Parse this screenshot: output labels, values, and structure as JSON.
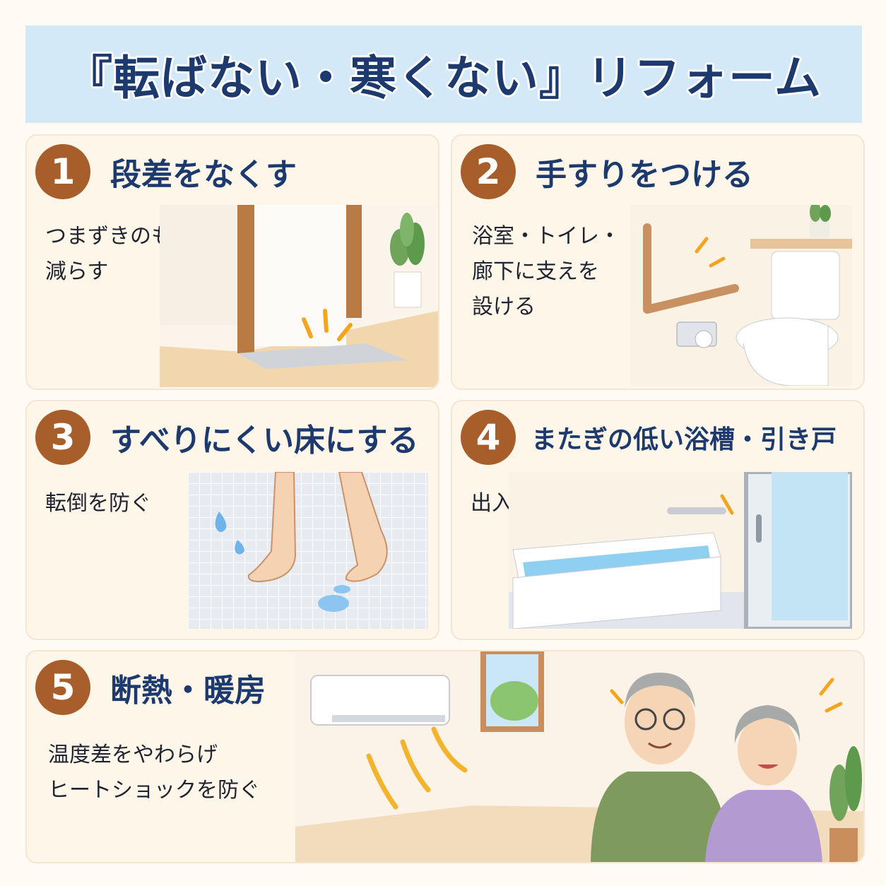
{
  "title": "『転ばない・寒くない』リフォーム",
  "cards": [
    {
      "number": "1",
      "title": "段差をなくす",
      "text": "つまずきのもとを\n減らす"
    },
    {
      "number": "2",
      "title": "手すりをつける",
      "text": "浴室・トイレ・\n廊下に支えを\n設ける"
    },
    {
      "number": "3",
      "title": "すべりにくい床にする",
      "text": "転倒を防ぐ"
    },
    {
      "number": "4",
      "title": "またぎの低い浴槽・引き戸",
      "text": "出入りをしやすく"
    },
    {
      "number": "5",
      "title": "断熱・暖房",
      "text": "温度差をやわらげ\nヒートショックを防ぐ"
    }
  ],
  "colors": {
    "accent": "#a85e2a",
    "title": "#1c3a6e",
    "banner": "#d4e9f8",
    "card": "#fff6ea"
  }
}
